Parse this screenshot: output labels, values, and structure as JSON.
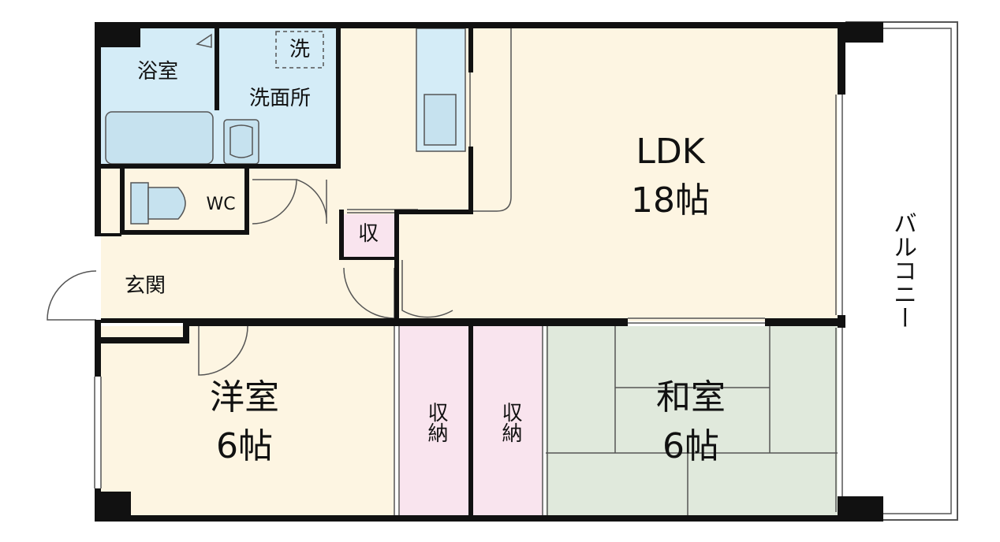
{
  "rooms": {
    "bath": "浴室",
    "washroom": "洗面所",
    "washer_mark": "洗",
    "wc": "WC",
    "entrance": "玄関",
    "storage_small": "収",
    "ldk_name": "LDK",
    "ldk_size": "18帖",
    "western_name": "洋室",
    "western_size": "6帖",
    "closet_left": "収納",
    "closet_right": "収納",
    "japanese_name": "和室",
    "japanese_size": "6帖",
    "balcony": "バルコニー"
  },
  "colors": {
    "wall": "#111111",
    "wet_area": "#d4ecf7",
    "wood_floor": "#fdf5e2",
    "storage": "#f9e4ee",
    "tatami": "#e0e9dc",
    "balcony": "#ffffff"
  }
}
